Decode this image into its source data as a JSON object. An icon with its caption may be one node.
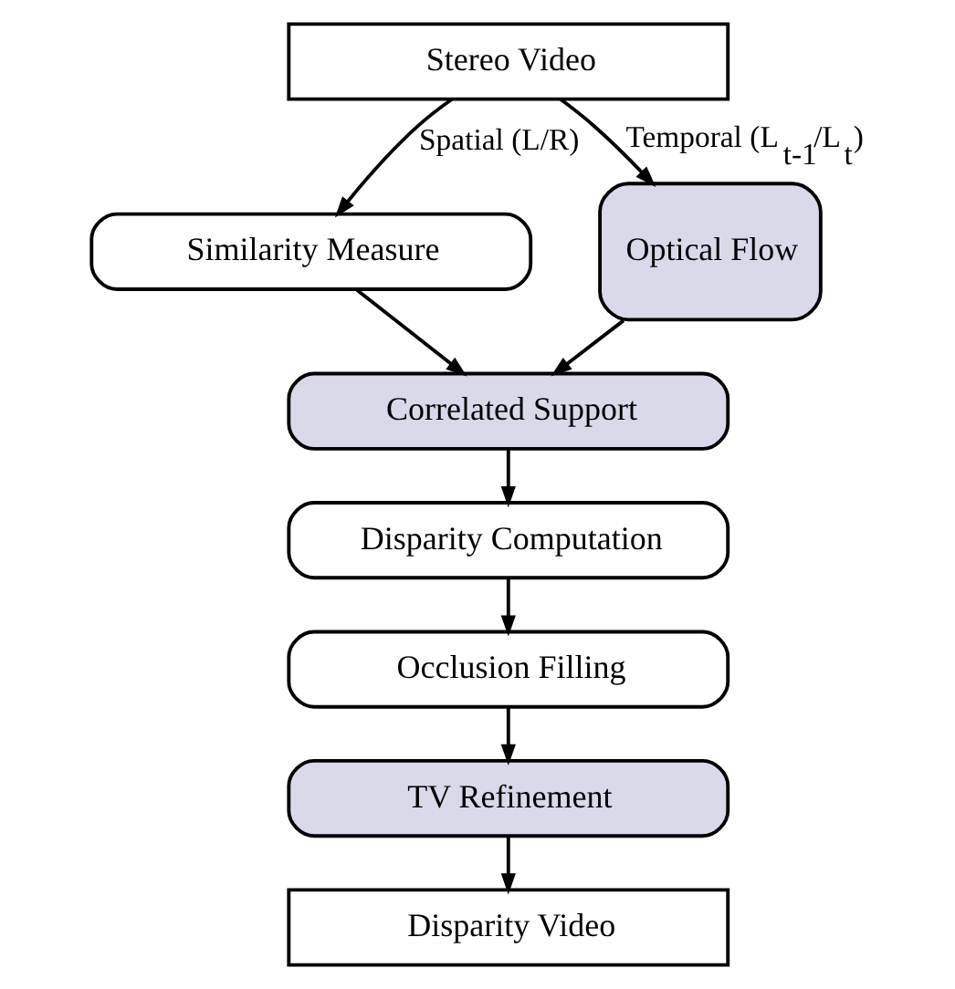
{
  "diagram": {
    "nodes": [
      {
        "text": [
          "Stereo Video"
        ]
      },
      {
        "text": [
          "Similarity Measure"
        ]
      },
      {
        "text": [
          "Correlated Support"
        ]
      },
      {
        "text": [
          "Disparity Computation"
        ]
      },
      {
        "text": [
          "Occlusion Filling"
        ]
      },
      {
        "text": [
          "TV Refinement"
        ]
      },
      {
        "text": [
          "Disparity Video"
        ]
      },
      {
        "text": [
          "Optical Flow"
        ]
      }
    ],
    "edges": [
      {
        "from": 0,
        "to": 1,
        "arrow": "to",
        "label": "Spatial (L/R)"
      },
      {
        "from": 0,
        "to": 7,
        "arrow": "to",
        "label": "Temporal (L$_{t-1}$/L$_{t}$)"
      },
      {
        "from": 1,
        "to": 2,
        "arrow": "to"
      },
      {
        "from": 7,
        "to": 2,
        "arrow": "to"
      },
      {
        "from": 2,
        "to": 3,
        "arrow": "to"
      },
      {
        "from": 3,
        "to": 4,
        "arrow": "to"
      },
      {
        "from": 4,
        "to": 5,
        "arrow": "to"
      },
      {
        "from": 5,
        "to": 6,
        "arrow": "to"
      }
    ]
  }
}
